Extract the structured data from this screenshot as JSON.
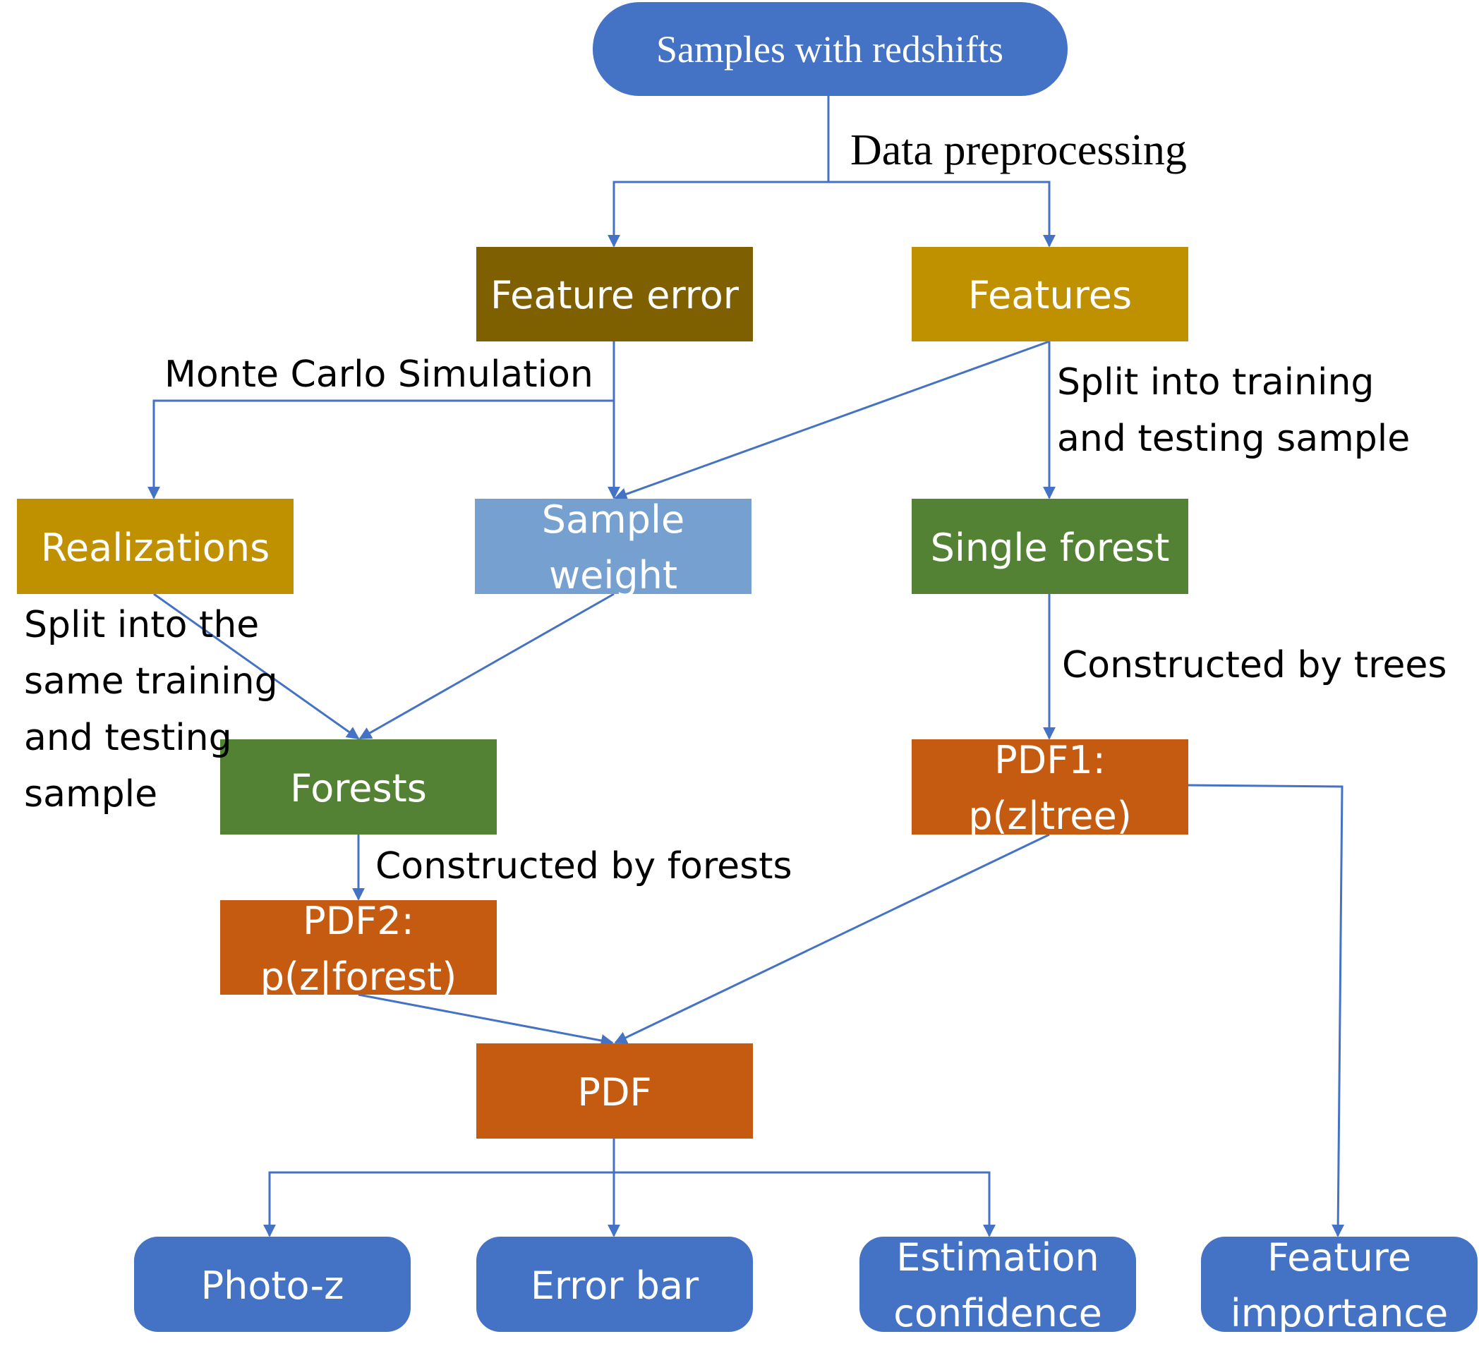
{
  "colors": {
    "terminal": "#4472c4",
    "feature_error": "#7f6000",
    "features": "#bf9000",
    "realizations": "#bf9000",
    "sample_weight": "#76a0cf",
    "forest": "#548235",
    "pdf": "#c55a11",
    "edge": "#4472c4"
  },
  "nodes": {
    "samples": "Samples with redshifts",
    "feature_error": "Feature error",
    "features": "Features",
    "realizations": "Realizations",
    "sample_weight": [
      "Sample",
      "weight"
    ],
    "single_forest": "Single forest",
    "forests": "Forests",
    "pdf1": [
      "PDF1:",
      "p(z|tree)"
    ],
    "pdf2": [
      "PDF2:",
      "p(z|forest)"
    ],
    "pdf": "PDF",
    "photo_z": "Photo-z",
    "error_bar": "Error bar",
    "estimation_confidence": [
      "Estimation",
      "confidence"
    ],
    "feature_importance": [
      "Feature",
      "importance"
    ]
  },
  "labels": {
    "data_preprocessing": "Data preprocessing",
    "monte_carlo": "Monte Carlo Simulation",
    "split_training": [
      "Split into training",
      "and testing sample"
    ],
    "split_same": [
      "Split into the",
      "same training",
      "and testing",
      "sample"
    ],
    "constructed_trees": "Constructed by trees",
    "constructed_forests": "Constructed by forests"
  }
}
